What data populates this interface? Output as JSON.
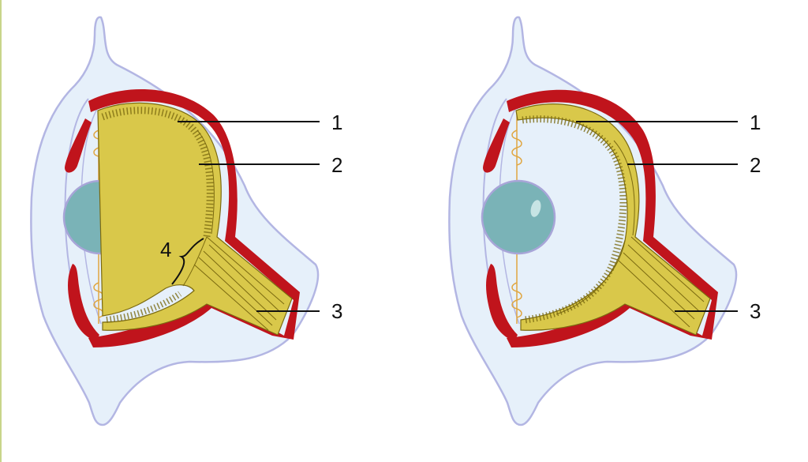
{
  "diagrams": [
    {
      "labels": {
        "l1": "1",
        "l2": "2",
        "l3": "3",
        "l4": "4"
      }
    },
    {
      "labels": {
        "l1": "1",
        "l2": "2",
        "l3": "3"
      }
    }
  ],
  "colors": {
    "body_fill": "#e6f0fa",
    "body_stroke": "#b3b6e3",
    "red": "#c0141c",
    "retina": "#d9c84a",
    "retina_dark": "#7b6a10",
    "lens": "#7ab3b7",
    "ligament": "#e0a640"
  }
}
